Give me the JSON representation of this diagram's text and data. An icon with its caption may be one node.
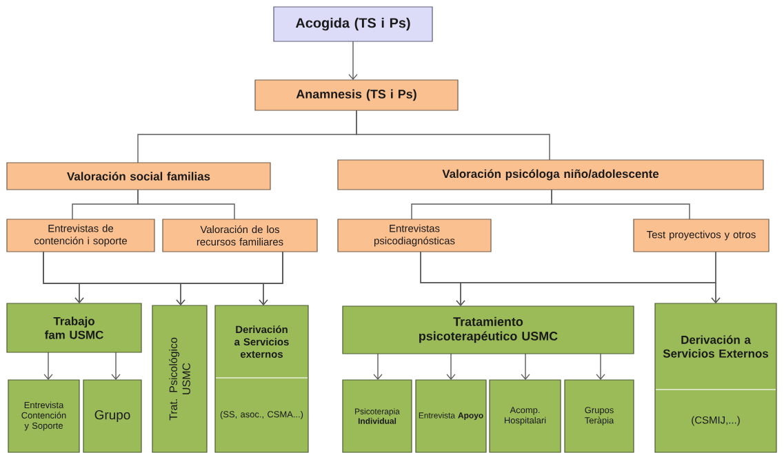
{
  "diagram": {
    "nodes": [
      {
        "text": [
          "Acogida (TS i Ps)"
        ]
      },
      {
        "text": [
          "Anamnesis (TS i Ps)"
        ]
      },
      {
        "text": [
          "Valoración social familias"
        ]
      },
      {
        "text": [
          "Valoración psicóloga niño/adolescente"
        ]
      },
      {
        "text": [
          "Entrevistas de contención i soporte"
        ]
      },
      {
        "text": [
          "Valoración de los recursos familiares"
        ]
      },
      {
        "text": [
          "Entrevistas psicodiagnósticas"
        ]
      },
      {
        "text": [
          "Test proyectivos y otros"
        ]
      },
      {
        "text": [
          "Trabajo fam USMC"
        ]
      },
      {
        "text": [
          "Trat. Psicológico USMC"
        ]
      },
      {
        "text": [
          "Derivación a Servicios externos",
          "(SS, asoc., CSMA...)"
        ]
      },
      {
        "text": [
          "Entrevista Contención y Soporte"
        ]
      },
      {
        "text": [
          "Grupo"
        ]
      },
      {
        "text": [
          "Tratamiento psicoterapéutico USMC"
        ]
      },
      {
        "text": [
          "Derivación a Servicios Externos",
          "(CSMIJ,...)"
        ]
      },
      {
        "text": [
          "Psicoterapia **Individual**"
        ]
      },
      {
        "text": [
          "Entrevista **Apoyo**"
        ]
      },
      {
        "text": [
          "Acomp. Hospitalari"
        ]
      },
      {
        "text": [
          "Grupos Teràpia"
        ]
      }
    ],
    "edges": [
      {
        "from": 0,
        "to": 1,
        "arrow": "to"
      },
      {
        "from": 1,
        "to": 2,
        "arrow": "none"
      },
      {
        "from": 1,
        "to": 3,
        "arrow": "none"
      },
      {
        "from": 2,
        "to": 4,
        "arrow": "none"
      },
      {
        "from": 2,
        "to": 5,
        "arrow": "none"
      },
      {
        "from": 3,
        "to": 6,
        "arrow": "none"
      },
      {
        "from": 3,
        "to": 7,
        "arrow": "none"
      },
      {
        "from": 4,
        "to": 8,
        "arrow": "to"
      },
      {
        "from": 4,
        "to": 9,
        "arrow": "to"
      },
      {
        "from": 4,
        "to": 10,
        "arrow": "to"
      },
      {
        "from": 5,
        "to": 8,
        "arrow": "to"
      },
      {
        "from": 5,
        "to": 9,
        "arrow": "to"
      },
      {
        "from": 5,
        "to": 10,
        "arrow": "to"
      },
      {
        "from": 6,
        "to": 13,
        "arrow": "to"
      },
      {
        "from": 6,
        "to": 14,
        "arrow": "to"
      },
      {
        "from": 7,
        "to": 13,
        "arrow": "to"
      },
      {
        "from": 7,
        "to": 14,
        "arrow": "to"
      },
      {
        "from": 8,
        "to": 11,
        "arrow": "to"
      },
      {
        "from": 8,
        "to": 12,
        "arrow": "to"
      },
      {
        "from": 13,
        "to": 15,
        "arrow": "to"
      },
      {
        "from": 13,
        "to": 16,
        "arrow": "to"
      },
      {
        "from": 13,
        "to": 17,
        "arrow": "to"
      },
      {
        "from": 13,
        "to": 18,
        "arrow": "to"
      }
    ]
  }
}
